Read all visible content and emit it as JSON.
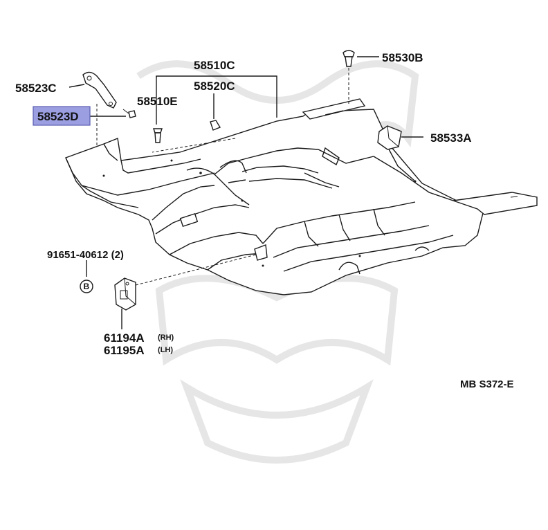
{
  "parts": {
    "p58510C": "58510C",
    "p58530B": "58530B",
    "p58523C": "58523C",
    "p58510E": "58510E",
    "p58520C": "58520C",
    "p58523D": "58523D",
    "p58533A": "58533A",
    "p91651": "91651-40612 (2)",
    "circleB": "B",
    "p61194A": "61194A",
    "p61194A_sub": "(RH)",
    "p61195A": "61195A",
    "p61195A_sub": "(LH)",
    "diagram_code": "MB S372-E"
  },
  "colors": {
    "highlight_fill": "#9b9ee0",
    "highlight_border": "#5a5fb0",
    "line": "#1a1a1a"
  }
}
